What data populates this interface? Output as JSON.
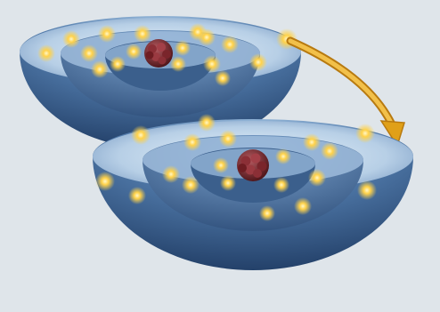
{
  "figure": {
    "description_free": true,
    "models": [
      {
        "id": "upper",
        "shells": 3,
        "electrons_per_shell": [
          4,
          6,
          7
        ]
      },
      {
        "id": "lower",
        "shells": 3,
        "electrons_per_shell": [
          4,
          7,
          9
        ]
      }
    ],
    "transition_arrow": {
      "from": "upper-outer-shell",
      "to": "lower-outer-shell"
    }
  },
  "colors": {
    "background": "#d9dee4",
    "shell_dark": "#2d4f7a",
    "shell_mid": "#5c86b6",
    "shell_light": "#c7dcf0",
    "nucleus": "#6b1f24",
    "electron": "#ffd24a",
    "arrow": "#e0a018"
  }
}
